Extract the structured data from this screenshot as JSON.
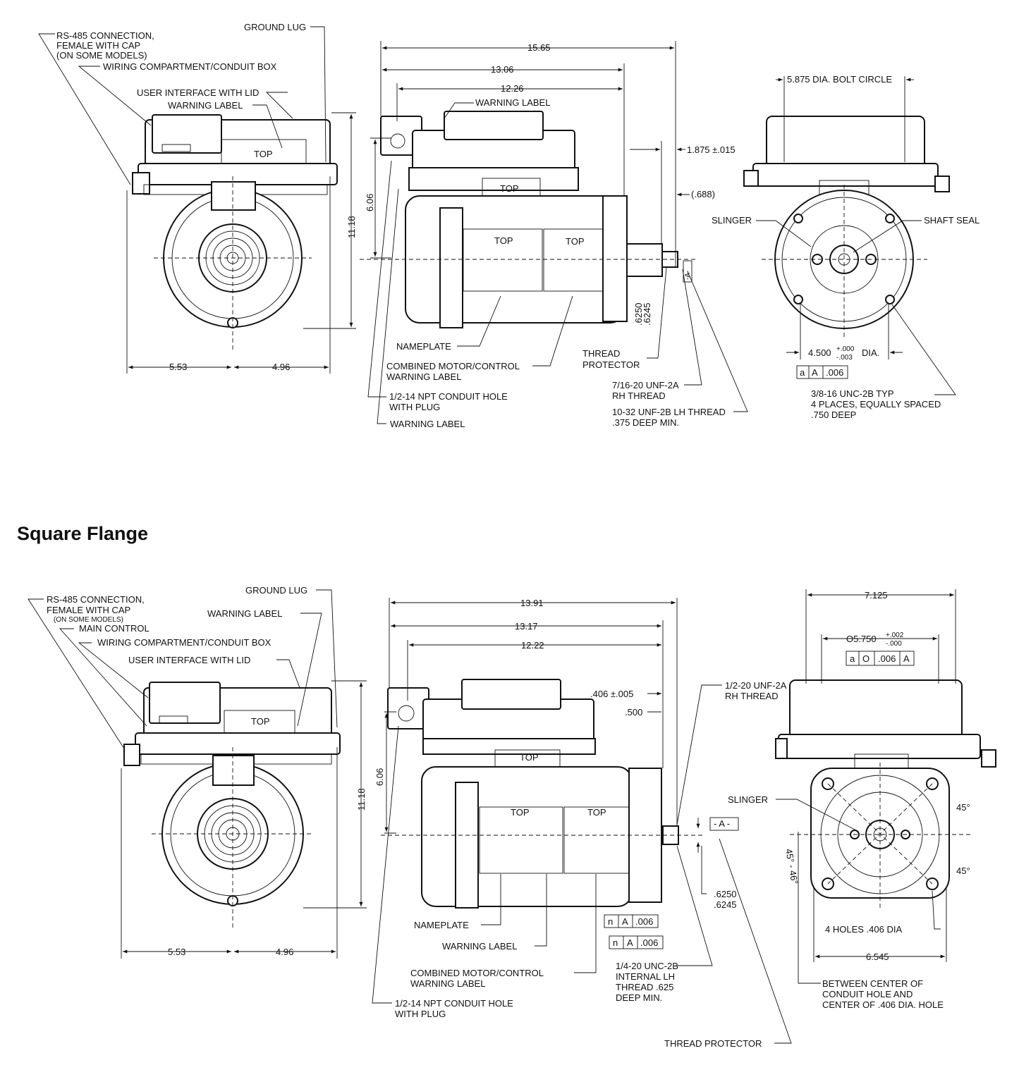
{
  "section_heading": "Square Flange",
  "round_flange": {
    "front": {
      "labels": {
        "ground_lug": "GROUND LUG",
        "rs485_l1": "RS-485 CONNECTION,",
        "rs485_l2": "FEMALE WITH CAP",
        "rs485_l3": "(ON SOME MODELS)",
        "wiring": "WIRING COMPARTMENT/CONDUIT BOX",
        "ui_lid": "USER INTERFACE WITH LID",
        "warning": "WARNING LABEL",
        "top": "TOP"
      },
      "dims": {
        "height": "11.18",
        "left_width": "5.53",
        "right_width": "4.96"
      }
    },
    "side": {
      "labels": {
        "warning_top": "WARNING LABEL",
        "top_a": "TOP",
        "top_b": "TOP",
        "top_c": "TOP",
        "nameplate": "NAMEPLATE",
        "combined_l1": "COMBINED MOTOR/CONTROL",
        "combined_l2": "WARNING LABEL",
        "conduit_l1": "1/2-14 NPT CONDUIT HOLE",
        "conduit_l2": "WITH PLUG",
        "warning_bottom": "WARNING LABEL",
        "thread_prot_l1": "THREAD",
        "thread_prot_l2": "PROTECTOR",
        "rh_l1": "7/16-20 UNF-2A",
        "rh_l2": "RH THREAD",
        "lh_l1": "10-32 UNF-2B LH THREAD",
        "lh_l2": ".375 DEEP MIN.",
        "datum": "-A-"
      },
      "dims": {
        "overall": "15.65",
        "mid": "13.06",
        "body": "12.26",
        "shaft_ext": "1.875 ±.015",
        "shaft_step": "(.688)",
        "height": "6.06",
        "shaft_dia_max": ".6250",
        "shaft_dia_min": ".6245"
      }
    },
    "end": {
      "labels": {
        "bolt_circle": "5.875  DIA. BOLT CIRCLE",
        "slinger": "SLINGER",
        "shaft_seal": "SHAFT SEAL",
        "pilot_dia": "4.500",
        "pilot_tol_plus": "+.000",
        "pilot_tol_minus": "-.003",
        "pilot_suffix": "DIA.",
        "tol_a": "a",
        "tol_datum": "A",
        "tol_value": ".006",
        "tap_l1": "3/8-16 UNC-2B TYP",
        "tap_l2": "4 PLACES, EQUALLY SPACED",
        "tap_l3": ".750 DEEP"
      }
    }
  },
  "square_flange": {
    "front": {
      "labels": {
        "rs485_l1": "RS-485 CONNECTION,",
        "rs485_l2": "FEMALE WITH CAP",
        "rs485_l3": "(ON SOME MODELS)",
        "main_control": "MAIN CONTROL",
        "wiring": "WIRING COMPARTMENT/CONDUIT BOX",
        "ground_lug": "GROUND LUG",
        "warning": "WARNING LABEL",
        "ui_lid": "USER INTERFACE WITH LID",
        "top": "TOP"
      },
      "dims": {
        "height": "11.18",
        "left_width": "5.53",
        "right_width": "4.96"
      }
    },
    "side": {
      "labels": {
        "top_a": "TOP",
        "top_b": "TOP",
        "top_c": "TOP",
        "rh_l1": "1/2-20 UNF-2A",
        "rh_l2": "RH THREAD",
        "datum": "- A -",
        "tol1_n": "n",
        "tol1_datum": "A",
        "tol1_value": ".006",
        "tol2_n": "n",
        "tol2_datum": "A",
        "tol2_value": ".006",
        "nameplate": "NAMEPLATE",
        "warning": "WARNING LABEL",
        "combined_l1": "COMBINED MOTOR/CONTROL",
        "combined_l2": "WARNING LABEL",
        "conduit_l1": "1/2-14 NPT CONDUIT HOLE",
        "conduit_l2": "WITH PLUG",
        "lh_l1": "1/4-20 UNC-2B",
        "lh_l2": "INTERNAL LH",
        "lh_l3": "THREAD .625",
        "lh_l4": "DEEP MIN.",
        "thread_prot": "THREAD PROTECTOR"
      },
      "dims": {
        "overall": "13.91",
        "mid": "13.17",
        "body": "12.22",
        "shoulder": ".406 ±.005",
        "shoulder2": ".500",
        "height": "6.06",
        "shaft_dia_max": ".6250",
        "shaft_dia_min": ".6245"
      }
    },
    "end": {
      "labels": {
        "width": "7.125",
        "pilot": "O5.750",
        "pilot_tol_plus": "+.002",
        "pilot_tol_minus": "-.000",
        "tol_a": "a",
        "tol_o": "O",
        "tol_value": ".006",
        "tol_datum": "A",
        "slinger": "SLINGER",
        "angle_a": "45°",
        "angle_b": "45°",
        "angle_range": "45° - 46°",
        "holes": "4 HOLES .406 DIA",
        "bolt_span": "6.545",
        "between_l1": "BETWEEN CENTER OF",
        "between_l2": "CONDUIT HOLE AND",
        "between_l3": "CENTER OF .406 DIA. HOLE"
      }
    }
  }
}
